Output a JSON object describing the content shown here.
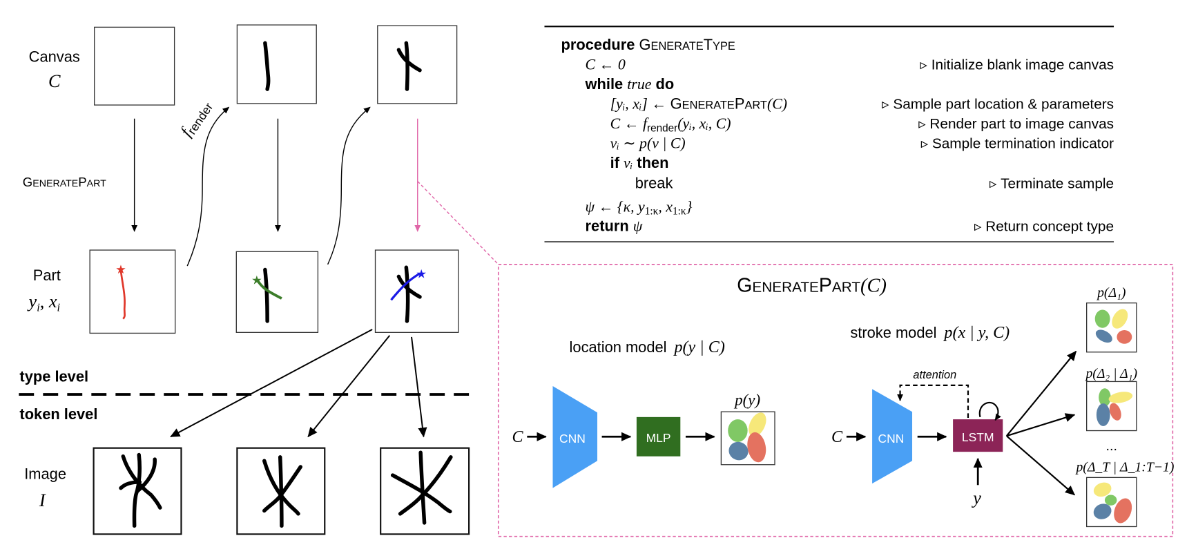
{
  "left_panel": {
    "row_labels": {
      "canvas": "Canvas",
      "canvas_symbol": "C",
      "part": "Part",
      "part_symbol": "y",
      "part_symbol_2": "x",
      "part_subscript": "i",
      "image": "Image",
      "image_symbol": "I"
    },
    "generate_part_label": {
      "g": "G",
      "enerate": "ENERATE",
      "p": "P",
      "art": "ART"
    },
    "f_render_label": {
      "f": "f",
      "sub": "render"
    },
    "levels": {
      "type": "type level",
      "token": "token level"
    },
    "stroke_colors": {
      "part1": "#e0382b",
      "part2": "#3c7d2a",
      "part3": "#1a1ae6"
    }
  },
  "algorithm": {
    "header_keyword": "procedure",
    "header_name": {
      "g": "G",
      "enerate": "ENERATE",
      "t": "T",
      "ype": "YPE"
    },
    "lines": [
      {
        "code": "C ← 0",
        "comment": "Initialize blank image canvas"
      },
      {
        "kw1": "while",
        "mid": "true",
        "kw2": "do"
      },
      {
        "code_pre": "[y",
        "code": "[yᵢ, xᵢ] ←",
        "call": "GENERATEPART(C)",
        "comment": "Sample part location & parameters"
      },
      {
        "code": "C ← f",
        "sub": "render",
        "code_post": "(yᵢ, xᵢ, C)",
        "comment": "Render part to image canvas"
      },
      {
        "code": "vᵢ ∼ p(v | C)",
        "comment": "Sample termination indicator"
      },
      {
        "kw1": "if",
        "mid": "vᵢ",
        "kw2": "then"
      },
      {
        "code": "break",
        "comment": "Terminate sample"
      },
      {
        "code": "ψ ← {κ, y",
        "sub1": "1:κ",
        "mid": ", x",
        "sub2": "1:κ",
        "end": "}"
      },
      {
        "kw1": "return",
        "mid": "ψ",
        "comment": "Return concept type"
      }
    ],
    "comment_marker": "▹"
  },
  "generate_part_box": {
    "title": {
      "g": "G",
      "enerate": "ENERATE",
      "p": "P",
      "art": "ART",
      "arg": "(C)"
    },
    "location_model": {
      "label": "location model",
      "formula": "p(y | C)",
      "input": "C",
      "cnn": "CNN",
      "mlp": "MLP",
      "output_label": "p(y)"
    },
    "stroke_model": {
      "label": "stroke model",
      "formula": "p(x | y, C)",
      "input": "C",
      "cnn": "CNN",
      "lstm": "LSTM",
      "attention": "attention",
      "y_input": "y",
      "outputs": [
        {
          "label": "p(Δ₁)"
        },
        {
          "label": "p(Δ₂ | Δ₁)"
        },
        {
          "label": "p(Δ_T | Δ_1:T−1)"
        }
      ],
      "ellipsis": "..."
    },
    "colors": {
      "cnn": "#4aa0f5",
      "mlp": "#306e20",
      "lstm": "#8c2457",
      "border": "#e066a8",
      "blob_green": "#6abf4b",
      "blob_yellow": "#f5e463",
      "blob_blue": "#3f6c97",
      "blob_red": "#e05a45"
    }
  }
}
